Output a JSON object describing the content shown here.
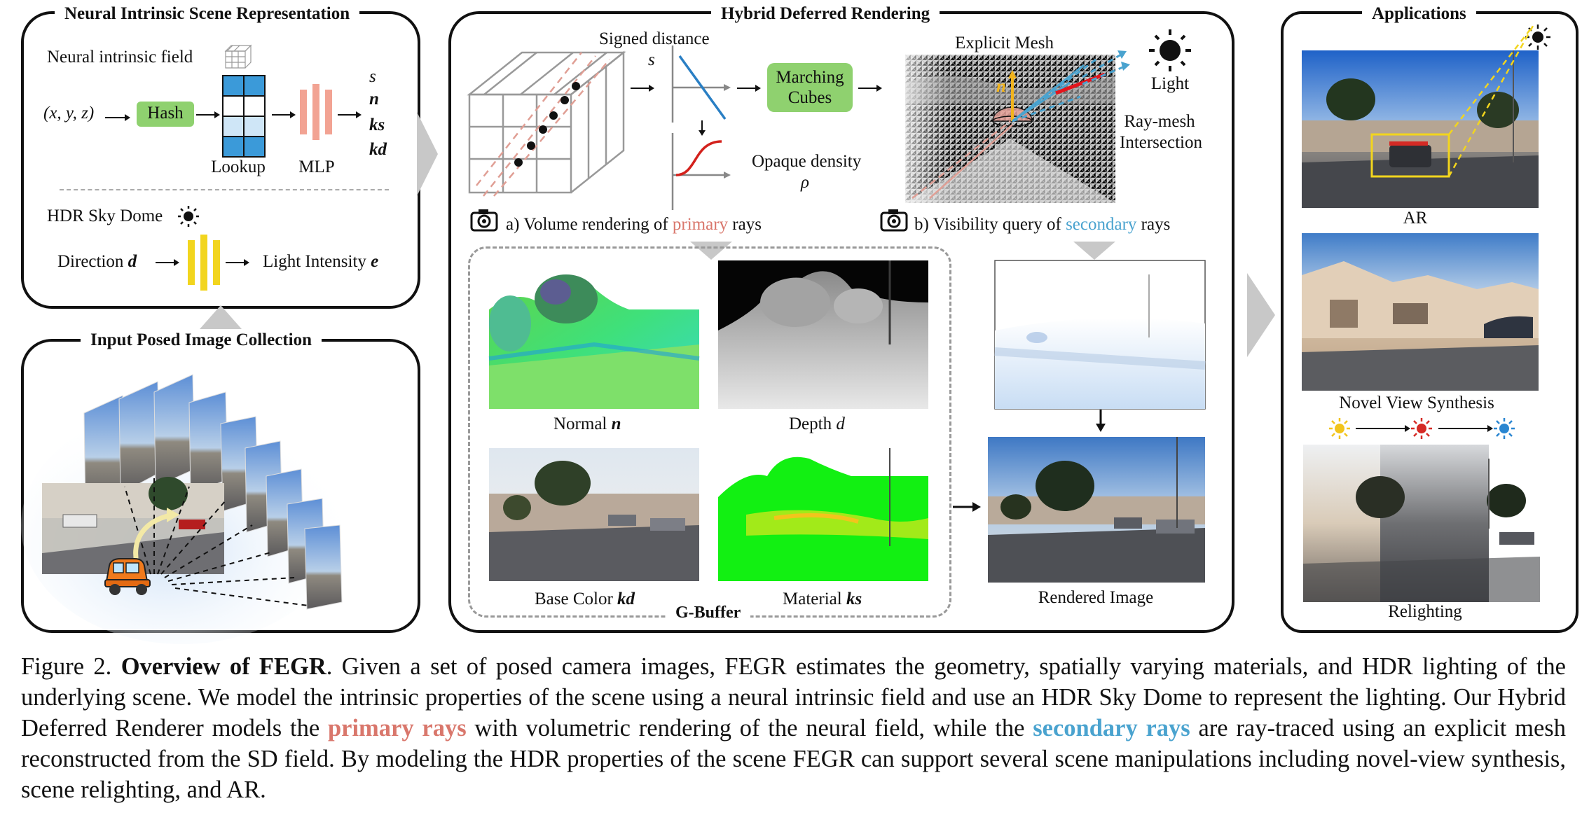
{
  "panels": {
    "neural": {
      "title": "Neural Intrinsic Scene Representation",
      "field_label": "Neural intrinsic field",
      "input": "(x, y, z)",
      "hash": "Hash",
      "lookup": "Lookup",
      "mlp": "MLP",
      "outputs": [
        "s",
        "n",
        "ks",
        "kd"
      ],
      "sky": "HDR Sky Dome",
      "direction": "Direction",
      "direction_sym": "d",
      "light_intensity": "Light Intensity",
      "light_sym": "e"
    },
    "input": {
      "title": "Input Posed Image Collection"
    },
    "hybrid": {
      "title": "Hybrid Deferred Rendering",
      "signed_distance": "Signed distance",
      "s": "s",
      "marching": "Marching Cubes",
      "opaque": "Opaque density",
      "rho": "ρ",
      "explicit_mesh": "Explicit Mesh",
      "light": "Light",
      "ray_mesh": "Ray-mesh",
      "intersection": "Intersection",
      "n": "n",
      "a_pre": "a) Volume rendering of ",
      "a_key": "primary",
      "a_post": " rays",
      "b_pre": "b) Visibility query of ",
      "b_key": "secondary",
      "b_post": " rays",
      "normal": "Normal",
      "normal_sym": "n",
      "depth": "Depth",
      "depth_sym": "d",
      "base": "Base Color",
      "base_sym": "kd",
      "material": "Material",
      "material_sym": "ks",
      "gbuffer": "G-Buffer",
      "rendered": "Rendered Image"
    },
    "apps": {
      "title": "Applications",
      "ar": "AR",
      "nvs": "Novel View Synthesis",
      "relight": "Relighting"
    }
  },
  "caption": {
    "fig": "Figure 2. ",
    "bold": "Overview of FEGR",
    "t1": ". Given a set of posed camera images, FEGR estimates the geometry, spatially varying materials, and HDR lighting of the underlying scene. We model the intrinsic properties of the scene using a neural intrinsic field and use an HDR Sky Dome to represent the lighting. Our Hybrid Deferred Renderer models the ",
    "primary": "primary rays",
    "t2": " with volumetric rendering of the neural field, while the ",
    "secondary": "secondary rays",
    "t3": " are ray-traced using an explicit mesh reconstructed from the SD field. By modeling the HDR properties of the scene FEGR can support several scene manipulations including novel-view synthesis, scene relighting, and AR."
  },
  "colors": {
    "primary": "#d9776c",
    "secondary": "#4aa3cf",
    "hash_green": "#8fd16f",
    "lookup_blue": "#3b9ad9",
    "mlp_pink": "#f2a393",
    "sky_yellow": "#f2d51e"
  }
}
